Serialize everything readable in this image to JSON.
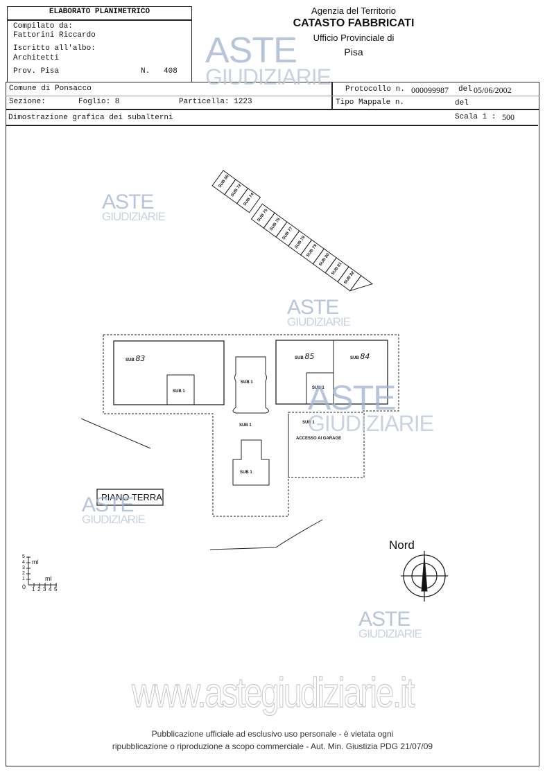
{
  "header": {
    "title": "ELABORATO PLANIMETRICO",
    "compilato_label": "Compilato da:",
    "compilato_value": "Fattorini Riccardo",
    "iscritto_label": "Iscritto all'albo:",
    "iscritto_value": "Architetti",
    "prov": "Prov. Pisa",
    "n_label": "N.",
    "n_value": "408",
    "agency": "Agenzia del Territorio",
    "catasto": "CATASTO FABBRICATI",
    "ufficio": "Ufficio Provinciale di",
    "provincia": "Pisa"
  },
  "info": {
    "comune": "Comune di Ponsacco",
    "sezione": "Sezione:",
    "foglio": "Foglio: 8",
    "particella": "Particella: 1223",
    "protocollo_label": "Protocollo n.",
    "protocollo_value": "000099987",
    "del_label": "del",
    "del_value": "05/06/2002",
    "tipo_mappale": "Tipo Mappale n.",
    "del2_label": "del",
    "dimostrazione": "Dimostrazione grafica dei subalterni",
    "scala_label": "Scala 1 :",
    "scala_value": "500"
  },
  "plan": {
    "garages": [
      "SUB 68",
      "SUB 72",
      "SUB 74",
      "SUB 75",
      "SUB 76",
      "SUB 77",
      "SUB 78",
      "SUB 79",
      "SUB 80",
      "SUB 81",
      "SUB 82"
    ],
    "sub_prefix": "SUB",
    "sub83": "83",
    "sub85": "85",
    "sub84": "84",
    "sub1": "SUB 1",
    "accesso": "ACCESSO AI GARAGE",
    "floor_label": "PIANO TERRA",
    "north": "Nord",
    "scale_unit": "ml",
    "scale_ticks": [
      "0",
      "1",
      "2",
      "3",
      "4",
      "5"
    ]
  },
  "watermark": {
    "aste": "ASTE",
    "giudiziarie": "GIUDIZIARIE",
    "url": "www.astegiudiziarie.it",
    "notice_line1": "Pubblicazione ufficiale ad esclusivo uso personale - è vietata ogni",
    "notice_line2": "ripubblicazione o riproduzione a scopo commerciale - Aut. Min. Giustizia PDG 21/07/09"
  }
}
